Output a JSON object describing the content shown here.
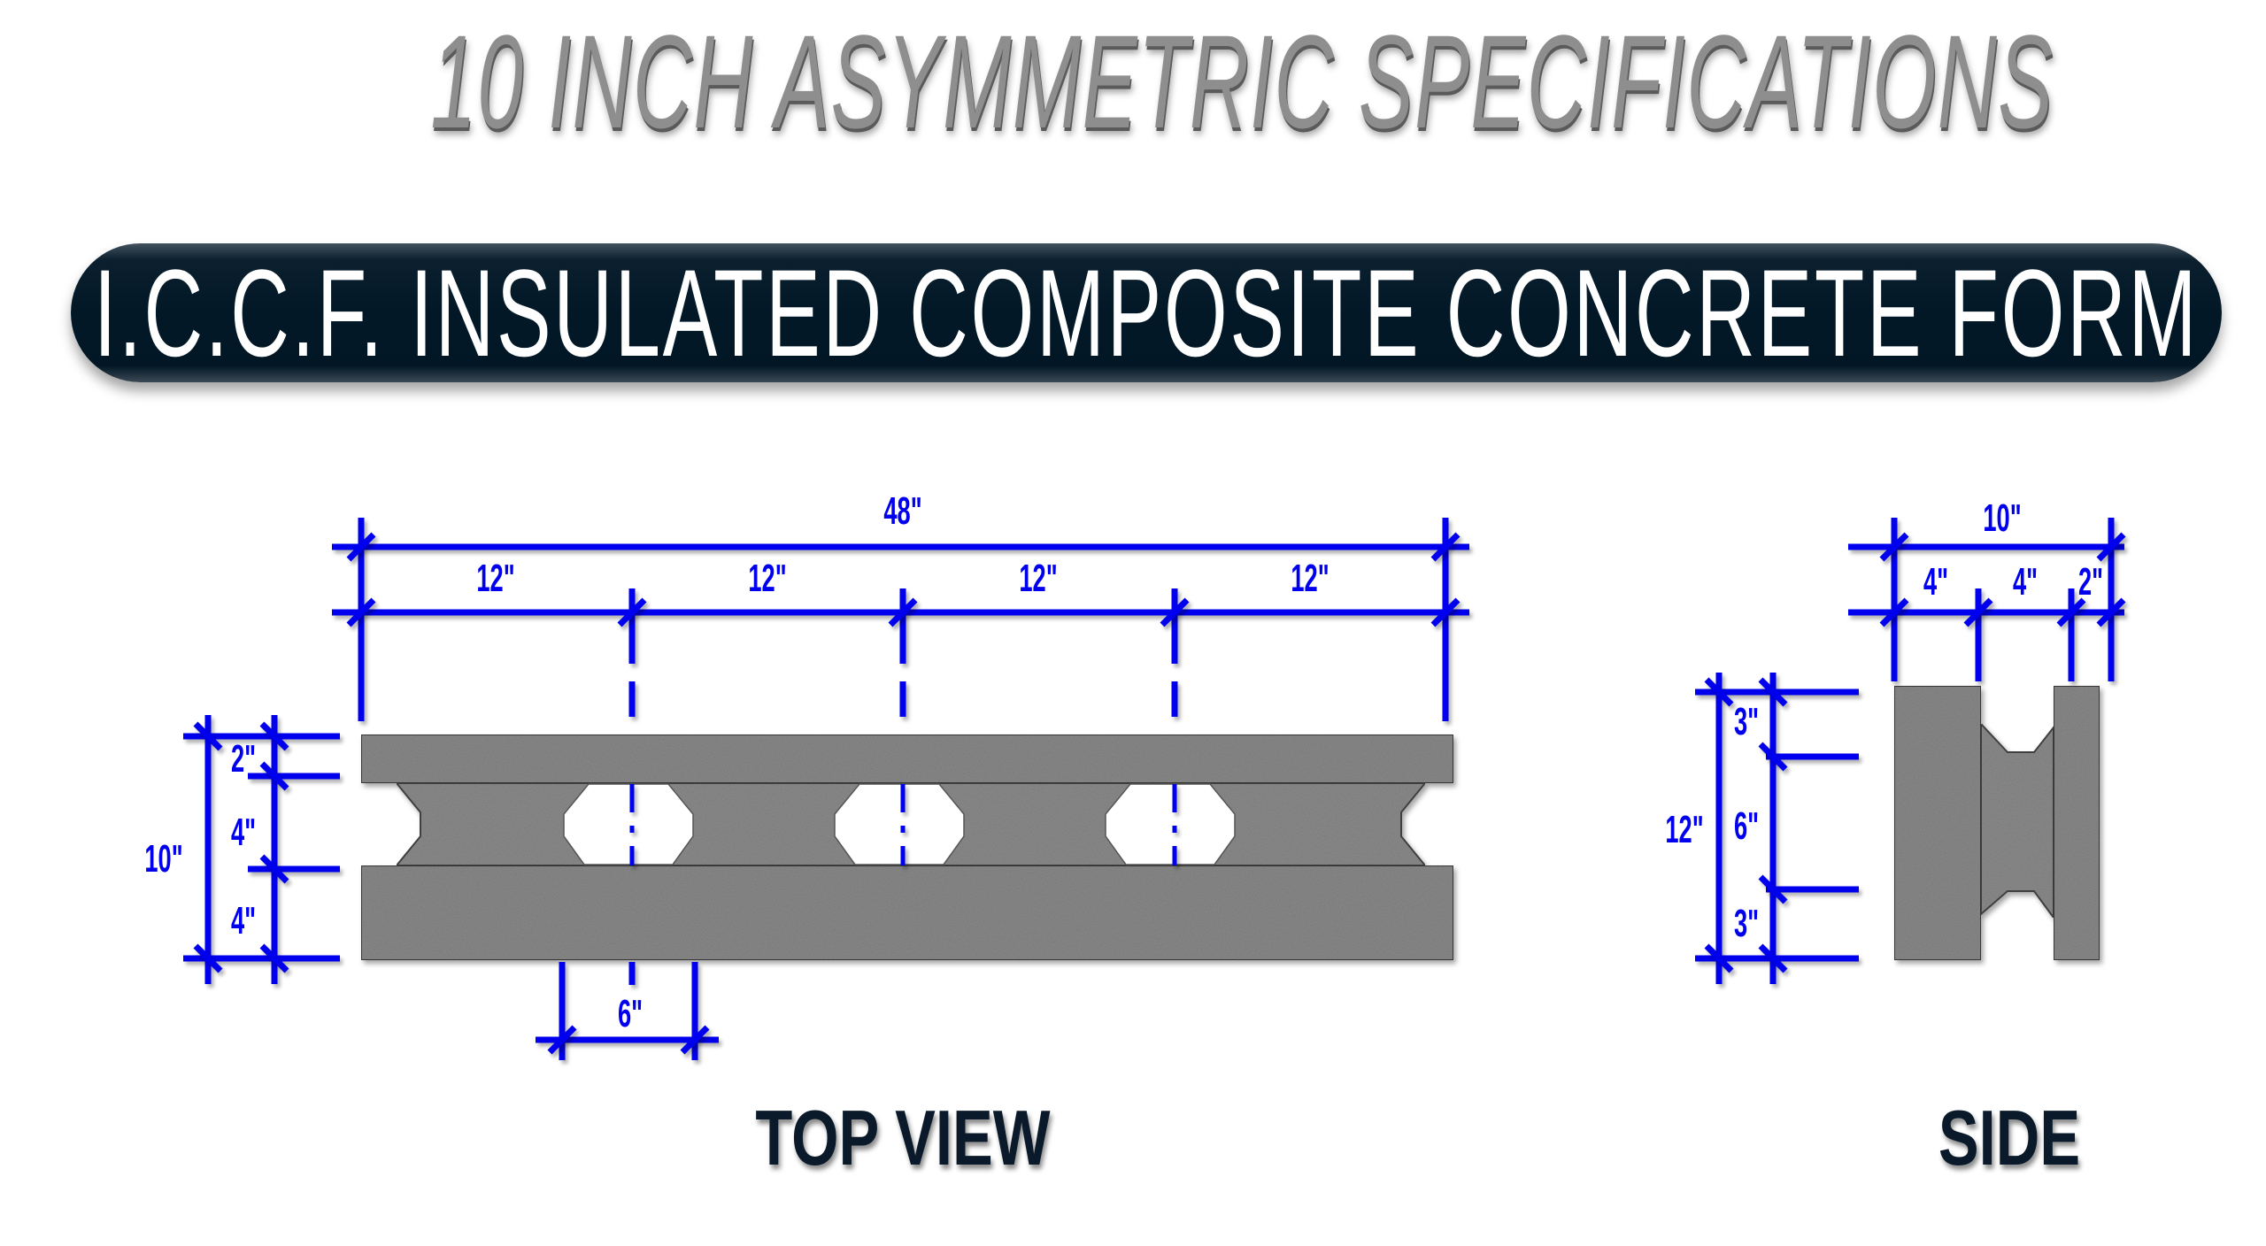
{
  "title": "10 INCH ASYMMETRIC SPECIFICATIONS",
  "banner": "I.C.C.F. INSULATED COMPOSITE CONCRETE FORM",
  "colors": {
    "dimension": "#0000ee",
    "banner_bg": "#021827",
    "concrete": "#8a8a8a",
    "title_gray": "#8e8e8e",
    "label_dark": "#0a1a2a"
  },
  "top_view": {
    "label": "TOP VIEW",
    "overall_length": "48\"",
    "segments": [
      "12\"",
      "12\"",
      "12\"",
      "12\""
    ],
    "overall_width": "10\"",
    "width_segments": [
      "2\"",
      "4\"",
      "4\""
    ],
    "opening_width": "6\""
  },
  "side_view": {
    "label": "SIDE",
    "overall_width": "10\"",
    "width_segments": [
      "4\"",
      "4\"",
      "2\""
    ],
    "overall_height": "12\"",
    "height_segments": [
      "3\"",
      "6\"",
      "3\""
    ]
  }
}
